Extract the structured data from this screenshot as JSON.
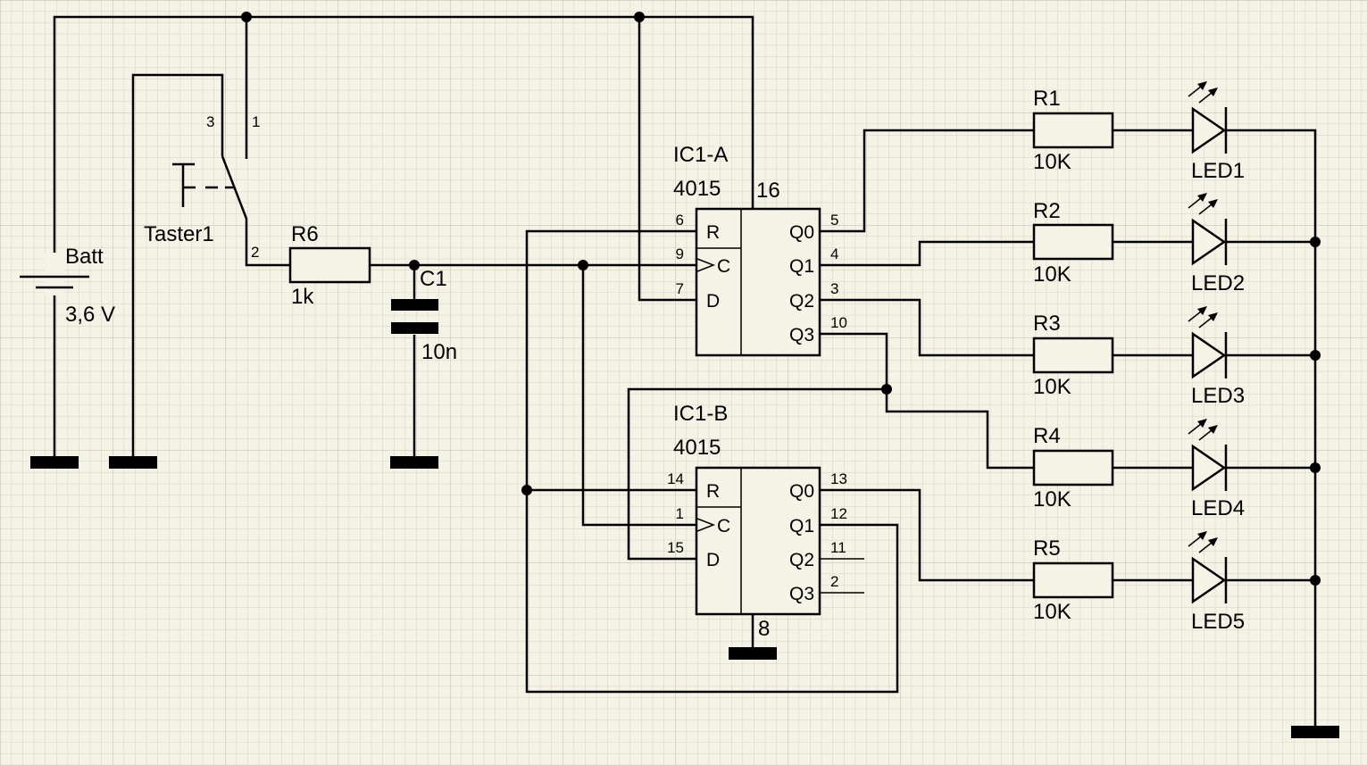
{
  "battery": {
    "name": "Batt",
    "value": "3,6 V"
  },
  "switch": {
    "name": "Taster1",
    "pins": [
      "3",
      "1",
      "2"
    ]
  },
  "r6": {
    "name": "R6",
    "value": "1k"
  },
  "c1": {
    "name": "C1",
    "value": "10n"
  },
  "ic_a": {
    "name": "IC1-A",
    "type": "4015",
    "vdd_pin": "16",
    "in_labels": [
      "R",
      "C",
      "D"
    ],
    "in_pins": [
      "6",
      "9",
      "7"
    ],
    "out_labels": [
      "Q0",
      "Q1",
      "Q2",
      "Q3"
    ],
    "out_pins": [
      "5",
      "4",
      "3",
      "10"
    ]
  },
  "ic_b": {
    "name": "IC1-B",
    "type": "4015",
    "vss_pin": "8",
    "in_labels": [
      "R",
      "C",
      "D"
    ],
    "in_pins": [
      "14",
      "1",
      "15"
    ],
    "out_labels": [
      "Q0",
      "Q1",
      "Q2",
      "Q3"
    ],
    "out_pins": [
      "13",
      "12",
      "11",
      "2"
    ]
  },
  "resistors": [
    {
      "name": "R1",
      "value": "10K"
    },
    {
      "name": "R2",
      "value": "10K"
    },
    {
      "name": "R3",
      "value": "10K"
    },
    {
      "name": "R4",
      "value": "10K"
    },
    {
      "name": "R5",
      "value": "10K"
    }
  ],
  "leds": [
    "LED1",
    "LED2",
    "LED3",
    "LED4",
    "LED5"
  ]
}
